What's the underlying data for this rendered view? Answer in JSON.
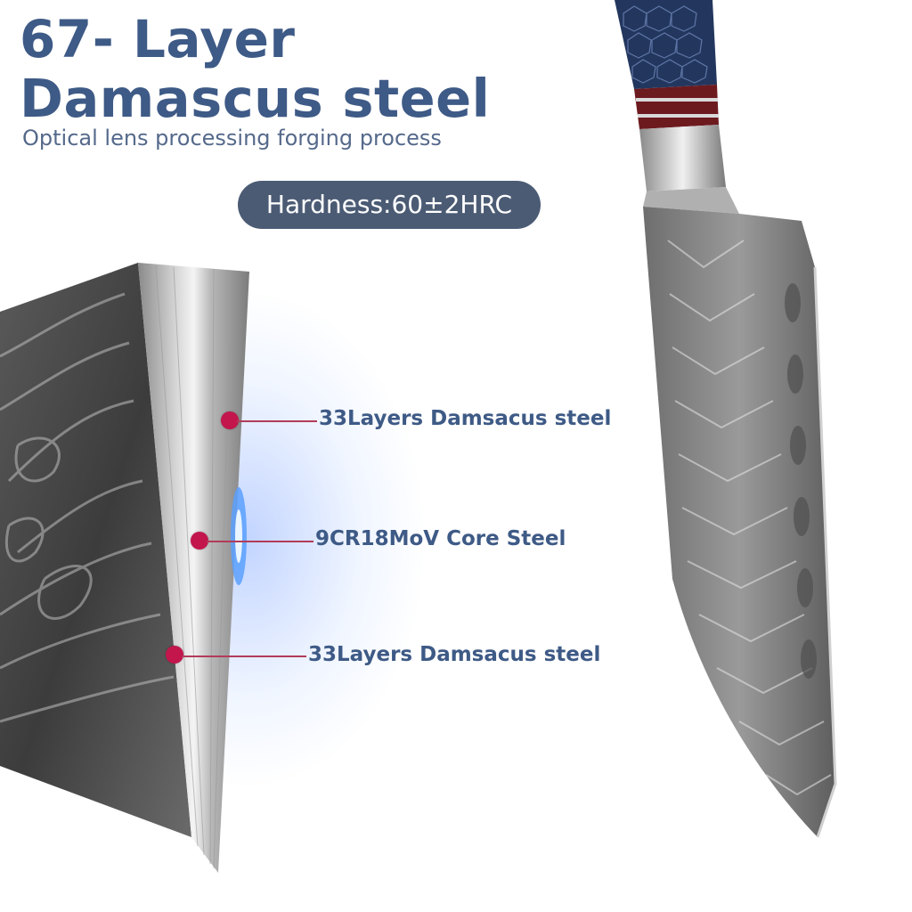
{
  "heading": {
    "line1": "67- Layer",
    "line2": "Damascus steel",
    "subtitle": "Optical lens processing forging process"
  },
  "badge": {
    "label": "Hardness:60±2HRC"
  },
  "callouts": [
    {
      "label": "33Layers Damsacus steel"
    },
    {
      "label": "9CR18MoV Core Steel"
    },
    {
      "label": "33Layers Damsacus steel"
    }
  ],
  "colors": {
    "heading": "#3e5a86",
    "badge_bg": "#4b5b74",
    "callout_dot": "#c2164d",
    "glow": "#5a8cff"
  }
}
